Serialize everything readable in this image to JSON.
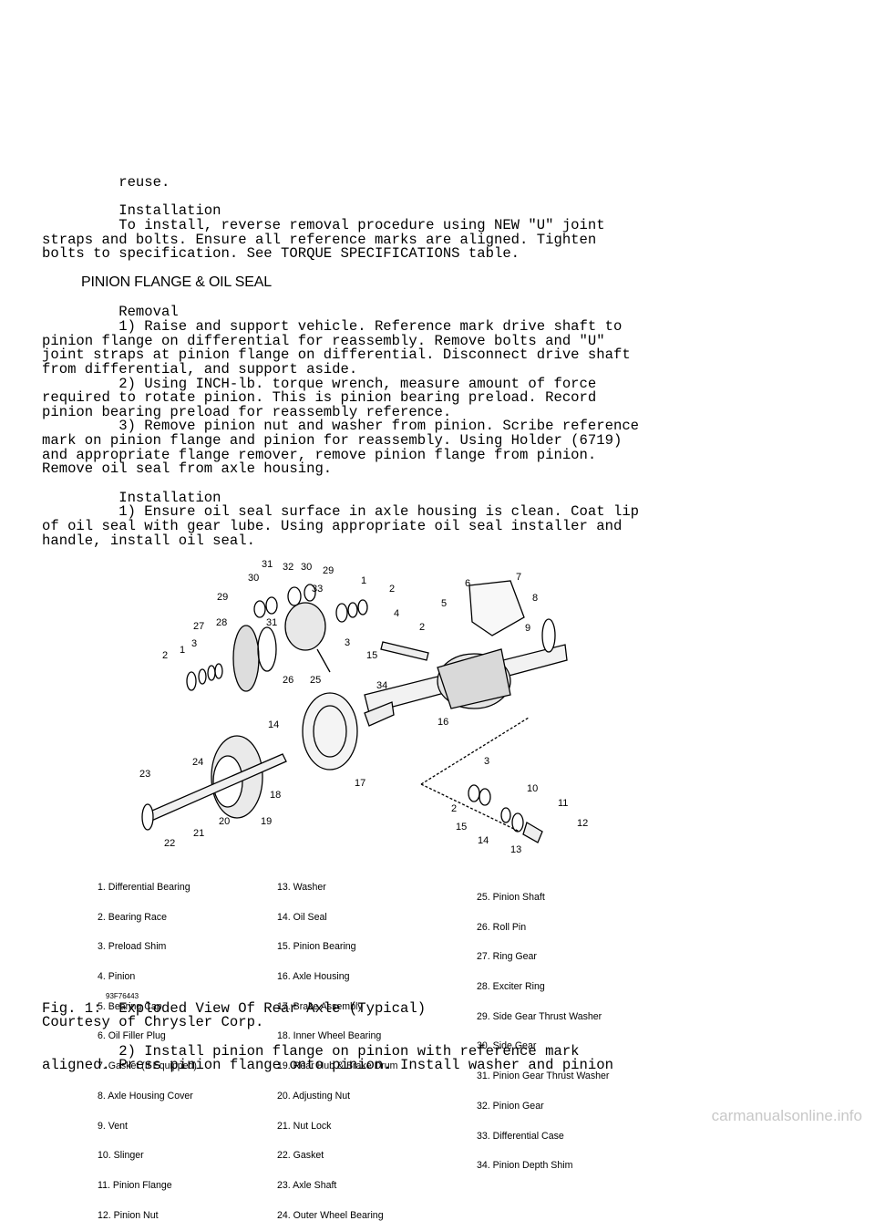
{
  "top_text": {
    "reuse": "         reuse.",
    "installation_heading": "         Installation",
    "installation_line1": "         To install, reverse removal procedure using NEW \"U\" joint",
    "installation_line2": "straps and bolts. Ensure all reference marks are aligned. Tighten",
    "installation_line3": "bolts to specification. See TORQUE SPECIFICATIONS table."
  },
  "section_heading": "PINION FLANGE & OIL SEAL",
  "removal": {
    "heading": "         Removal",
    "lines": [
      "         1) Raise and support vehicle. Reference mark drive shaft to",
      "pinion flange on differential for reassembly. Remove bolts and \"U\"",
      "joint straps at pinion flange on differential. Disconnect drive shaft",
      "from differential, and support aside.",
      "         2) Using INCH-lb. torque wrench, measure amount of force",
      "required to rotate pinion. This is pinion bearing preload. Record",
      "pinion bearing preload for reassembly reference.",
      "         3) Remove pinion nut and washer from pinion. Scribe reference",
      "mark on pinion flange and pinion for reassembly. Using Holder (6719)",
      "and appropriate flange remover, remove pinion flange from pinion.",
      "Remove oil seal from axle housing."
    ]
  },
  "installation2": {
    "heading": "         Installation",
    "lines": [
      "         1) Ensure oil seal surface in axle housing is clean. Coat lip",
      "of oil seal with gear lube. Using appropriate oil seal installer and",
      "handle, install oil seal."
    ]
  },
  "figure": {
    "callouts": [
      "31",
      "30",
      "32",
      "30",
      "29",
      "33",
      "1",
      "2",
      "6",
      "7",
      "8",
      "29",
      "31",
      "5",
      "9",
      "27",
      "28",
      "4",
      "2",
      "3",
      "3",
      "15",
      "2",
      "1",
      "26",
      "25",
      "34",
      "16",
      "14",
      "17",
      "3",
      "24",
      "23",
      "10",
      "18",
      "2",
      "11",
      "20",
      "19",
      "15",
      "12",
      "14",
      "21",
      "22",
      "13"
    ],
    "legend_col1": [
      "1. Differential Bearing",
      "2. Bearing Race",
      "3. Preload Shim",
      "4. Pinion",
      "5. Bearing Cap",
      "6. Oil Filler Plug",
      "7. Gasket (If Equipped)",
      "8. Axle Housing Cover",
      "9. Vent",
      "10. Slinger",
      "11. Pinion Flange",
      "12. Pinion Nut"
    ],
    "legend_col2": [
      "13. Washer",
      "14. Oil Seal",
      "15. Pinion Bearing",
      "16. Axle Housing",
      "17. Brake Assembly",
      "18. Inner Wheel Bearing",
      "19. Rear Hub & Brake Drum",
      "20. Adjusting Nut",
      "21. Nut Lock",
      "22. Gasket",
      "23. Axle Shaft",
      "24. Outer Wheel Bearing"
    ],
    "legend_col3": [
      "25. Pinion Shaft",
      "26. Roll Pin",
      "27. Ring Gear",
      "28. Exciter Ring",
      "29. Side Gear Thrust Washer",
      "30. Side Gear",
      "31. Pinion Gear Thrust Washer",
      "32. Pinion Gear",
      "33. Differential Case",
      "34. Pinion Depth Shim"
    ],
    "figure_id": "93F76443"
  },
  "caption": {
    "line1": "Fig. 1:  Exploded View Of Rear Axle (Typical)",
    "line2": "Courtesy of Chrysler Corp."
  },
  "bottom_text": {
    "line1": "         2) Install pinion flange on pinion with reference mark",
    "line2": "aligned. Press pinion flange onto pinion. Install washer and pinion"
  },
  "watermark": "carmanualsonline.info"
}
